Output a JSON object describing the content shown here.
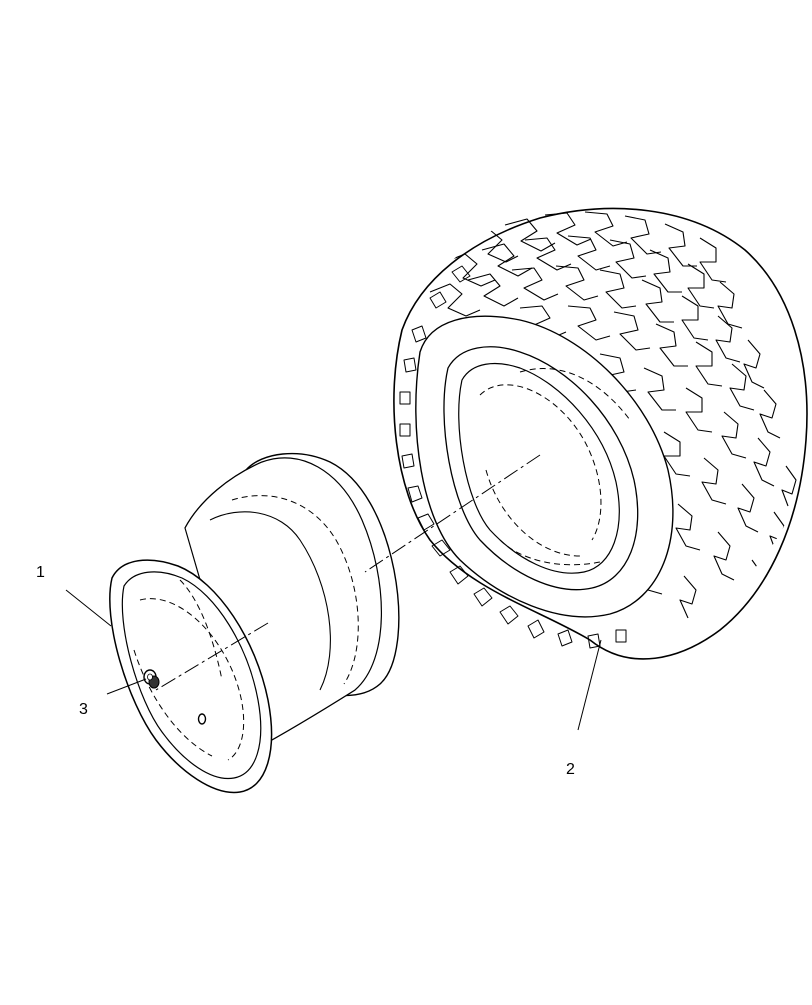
{
  "diagram": {
    "callouts": [
      {
        "id": "1",
        "label": "1",
        "part": "wheel-rim"
      },
      {
        "id": "2",
        "label": "2",
        "part": "tire"
      },
      {
        "id": "3",
        "label": "3",
        "part": "valve"
      }
    ],
    "colors": {
      "ink": "#000000",
      "background": "#ffffff"
    }
  }
}
